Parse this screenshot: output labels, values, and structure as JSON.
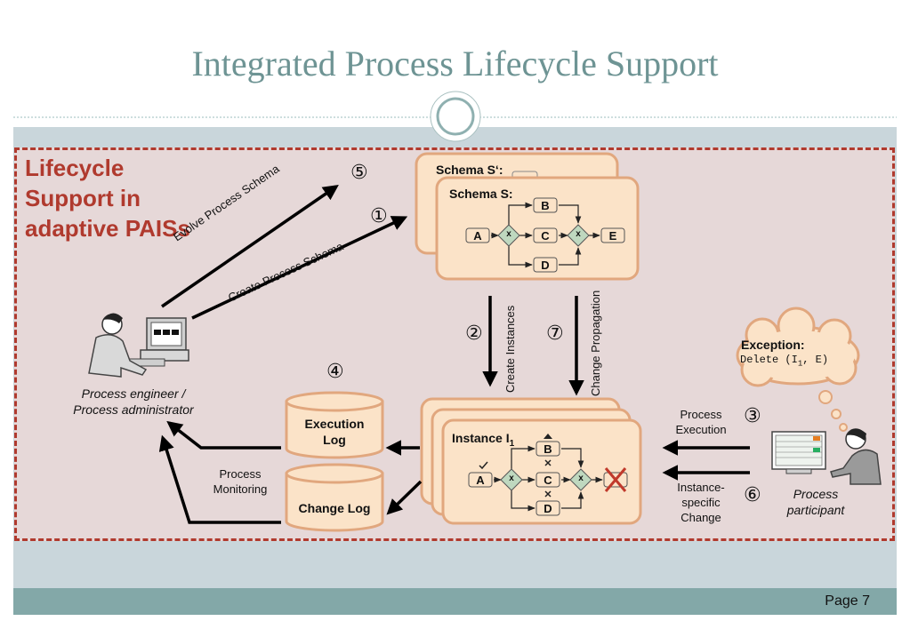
{
  "slide": {
    "title": "Integrated Process Lifecycle Support",
    "page": "Page 7"
  },
  "lifecycle": {
    "line1": "Lifecycle",
    "line2": "Support in",
    "line3": "adaptive PAISs"
  },
  "engineer": {
    "line1": "Process engineer /",
    "line2": "Process administrator"
  },
  "participant": {
    "line1": "Process",
    "line2": "participant"
  },
  "arrows": {
    "evolve": "Evolve Process Schema",
    "create": "Create Process Schema",
    "create_instances": "Create Instances",
    "change_propagation": "Change Propagation",
    "process_execution_1": "Process",
    "process_execution_2": "Execution",
    "instance_change_1": "Instance-",
    "instance_change_2": "specific",
    "instance_change_3": "Change",
    "monitoring_1": "Process",
    "monitoring_2": "Monitoring"
  },
  "steps": {
    "s1": "①",
    "s2": "②",
    "s3": "③",
    "s4": "④",
    "s5": "⑤",
    "s6": "⑥",
    "s7": "⑦"
  },
  "schema": {
    "prime_label": "Schema S‘:",
    "label": "Schema S:",
    "nodes": {
      "a": "A",
      "b": "B",
      "c": "C",
      "d": "D",
      "e": "E",
      "x": "x"
    }
  },
  "instance": {
    "label": "Instance I",
    "sub": "1"
  },
  "logs": {
    "execution_1": "Execution",
    "execution_2": "Log",
    "change": "Change Log"
  },
  "exception": {
    "title": "Exception:",
    "code_pre": "Delete (I",
    "code_sub": "1",
    "code_post": ", E)"
  },
  "colors": {
    "title": "#6e9494",
    "frame_border": "#b03a2e",
    "box_fill": "#fbe3c8",
    "box_border": "#e1a77e",
    "gateway": "#bfd8bf",
    "footer": "#83a8a8"
  }
}
